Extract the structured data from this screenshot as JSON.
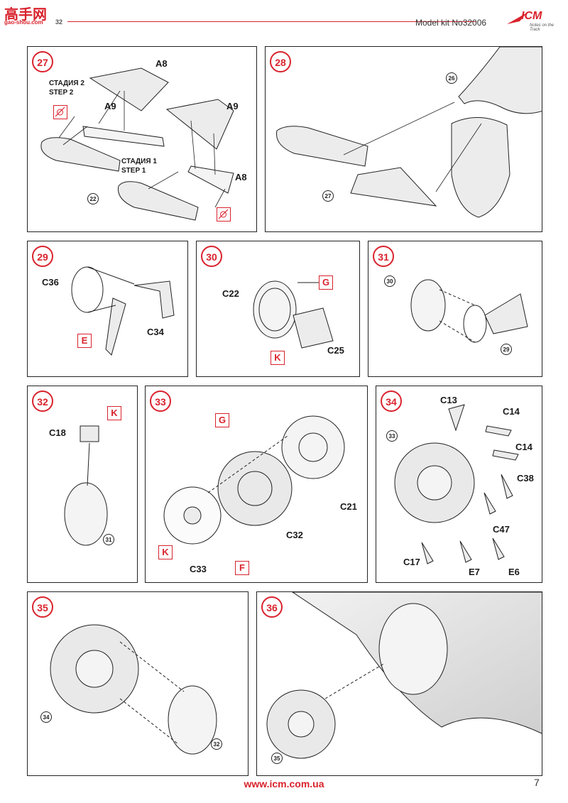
{
  "header": {
    "site_logo_chars": "高手网",
    "site_logo_url": "gao-shou.com",
    "site_logo_tail": "32",
    "kit_number": "Model kit No32006",
    "brand": "ICM",
    "brand_tagline": "Notes on the Track"
  },
  "steps": {
    "s27": {
      "number": "27",
      "labels": {
        "a8_top": "A8",
        "a9_left": "A9",
        "a9_right": "A9",
        "a8_bottom": "A8"
      },
      "stage2_ru": "СТАДИЯ 2",
      "stage2_en": "STEP 2",
      "stage1_ru": "СТАДИЯ 1",
      "stage1_en": "STEP 1",
      "ref": "22"
    },
    "s28": {
      "number": "28",
      "ref_top": "26",
      "ref_bottom": "27"
    },
    "s29": {
      "number": "29",
      "labels": {
        "c36": "C36",
        "c34": "C34"
      },
      "mark_e": "E"
    },
    "s30": {
      "number": "30",
      "labels": {
        "c22": "C22",
        "c25": "C25"
      },
      "mark_g": "G",
      "mark_k": "K"
    },
    "s31": {
      "number": "31",
      "ref_30": "30",
      "ref_29": "29"
    },
    "s32": {
      "number": "32",
      "labels": {
        "c18": "C18"
      },
      "mark_k": "K",
      "ref_31": "31"
    },
    "s33": {
      "number": "33",
      "labels": {
        "c21": "C21",
        "c32": "C32",
        "c33": "C33"
      },
      "mark_g": "G",
      "mark_k": "K",
      "mark_f": "F"
    },
    "s34": {
      "number": "34",
      "ref_33": "33",
      "labels": {
        "c13": "C13",
        "c14_a": "C14",
        "c14_b": "C14",
        "c38": "C38",
        "c47": "C47",
        "c17": "C17",
        "e7": "E7",
        "e6": "E6"
      }
    },
    "s35": {
      "number": "35",
      "ref_34": "34",
      "ref_32": "32"
    },
    "s36": {
      "number": "36",
      "ref_35": "35"
    }
  },
  "footer": {
    "url": "www.icm.com.ua",
    "page": "7"
  },
  "colors": {
    "accent_red": "#d9232d",
    "line": "#222222",
    "part_fill": "#e9e9e9"
  }
}
